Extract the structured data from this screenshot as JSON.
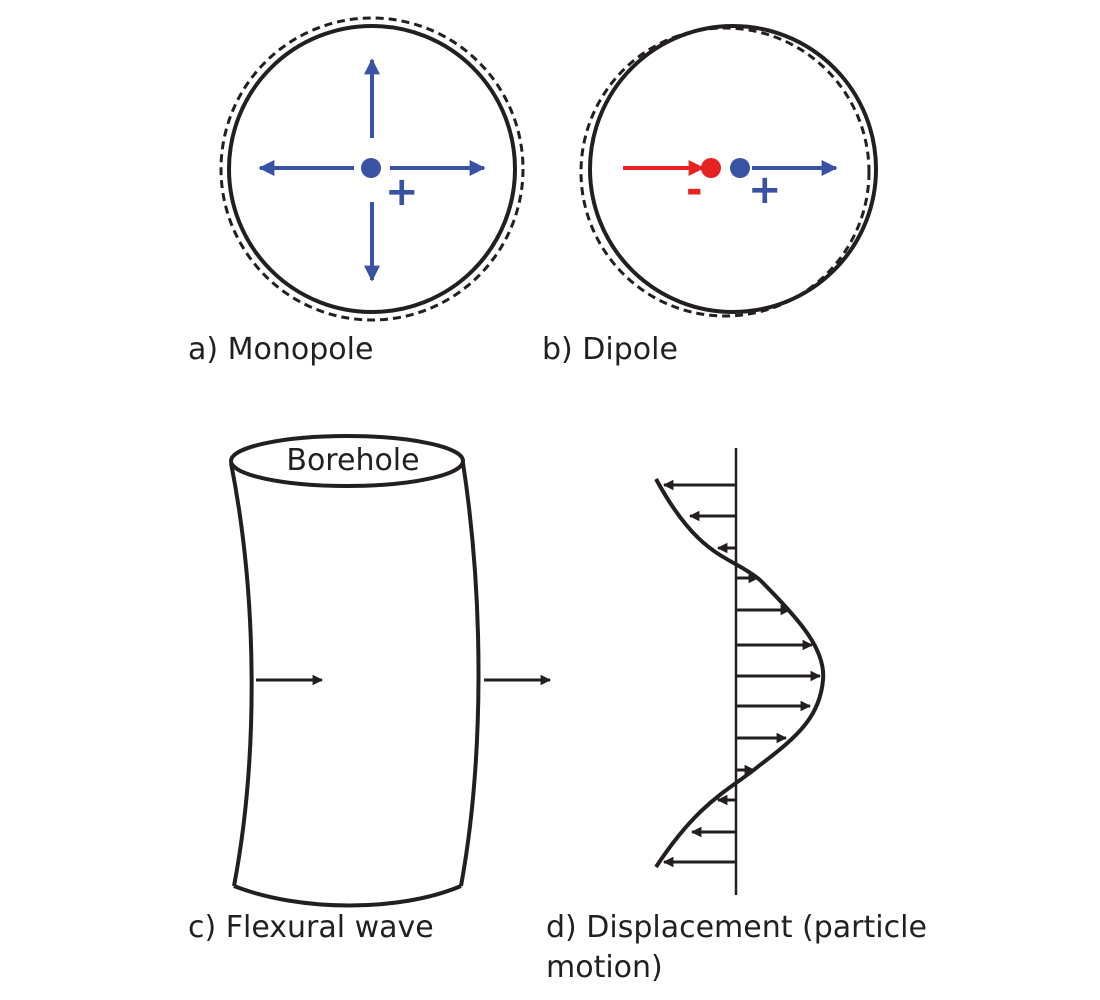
{
  "panels": {
    "monopole": {
      "caption": "a) Monopole",
      "sign": "+"
    },
    "dipole": {
      "caption": "b) Dipole",
      "neg_sign": "-",
      "pos_sign": "+"
    },
    "flexural": {
      "caption": "c) Flexural wave",
      "borehole_label": "Borehole"
    },
    "displacement": {
      "caption": "d) Displacement (particle motion)"
    }
  },
  "colors": {
    "ink": "#231f20",
    "positive": "#3a52a4",
    "negative": "#e52421"
  }
}
